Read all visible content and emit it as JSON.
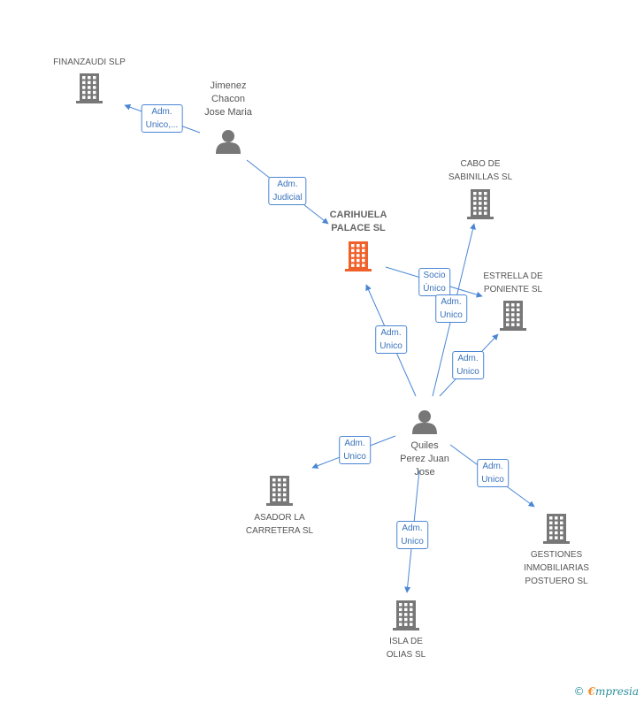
{
  "nodes": {
    "finanzaudi": {
      "label": "FINANZAUDI SLP",
      "kind": "company"
    },
    "jimenez": {
      "label": "Jimenez\nChacon\nJose Maria",
      "kind": "person"
    },
    "cabo": {
      "label": "CABO DE\nSABINILLAS SL",
      "kind": "company"
    },
    "carihuela": {
      "label": "CARIHUELA\nPALACE SL",
      "kind": "company-main"
    },
    "estrella": {
      "label": "ESTRELLA DE\nPONIENTE SL",
      "kind": "company"
    },
    "quiles": {
      "label": "Quiles\nPerez Juan\nJose",
      "kind": "person"
    },
    "asador": {
      "label": "ASADOR LA\nCARRETERA SL",
      "kind": "company"
    },
    "gestiones": {
      "label": "GESTIONES\nINMOBILIARIAS\nPOSTUERO SL",
      "kind": "company"
    },
    "isla": {
      "label": "ISLA DE\nOLIAS SL",
      "kind": "company"
    }
  },
  "edges": [
    {
      "from": "jimenez",
      "to": "finanzaudi",
      "label": "Adm.\nUnico,..."
    },
    {
      "from": "jimenez",
      "to": "carihuela",
      "label": "Adm.\nJudicial"
    },
    {
      "from": "carihuela",
      "to": "estrella",
      "label": "Socio\nÚnico"
    },
    {
      "from": "quiles",
      "to": "cabo",
      "label": "Adm.\nUnico"
    },
    {
      "from": "quiles",
      "to": "carihuela",
      "label": "Adm.\nUnico"
    },
    {
      "from": "quiles",
      "to": "estrella",
      "label": "Adm.\nUnico"
    },
    {
      "from": "quiles",
      "to": "asador",
      "label": "Adm.\nUnico"
    },
    {
      "from": "quiles",
      "to": "gestiones",
      "label": "Adm.\nUnico"
    },
    {
      "from": "quiles",
      "to": "isla",
      "label": "Adm.\nUnico"
    }
  ],
  "colors": {
    "edge": "#4a86d4",
    "company": "#777777",
    "main_company": "#f0602a",
    "person": "#777777"
  },
  "footer": {
    "copyright": "©",
    "brand_first": "€",
    "brand_rest": "mpresia"
  }
}
